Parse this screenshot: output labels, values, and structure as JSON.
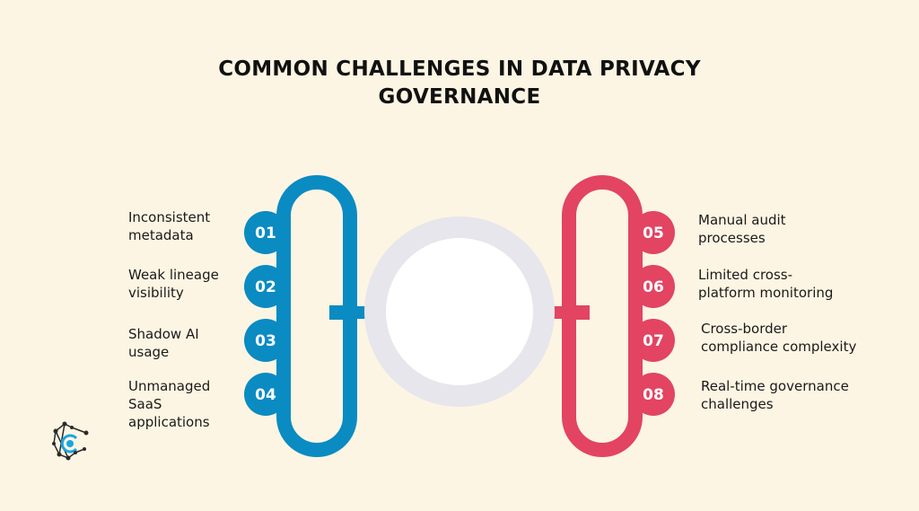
{
  "title_line1": "COMMON CHALLENGES IN DATA PRIVACY",
  "title_line2": "GOVERNANCE",
  "colors": {
    "background": "#fdf5e3",
    "left_accent": "#0a8bc2",
    "right_accent": "#e24462",
    "center_ring": "#e6e6ec",
    "center_circle": "#ffffff"
  },
  "left_items": [
    {
      "number": "01",
      "text": "Inconsistent\nmetadata"
    },
    {
      "number": "02",
      "text": "Weak lineage\nvisibility"
    },
    {
      "number": "03",
      "text": "Shadow AI\nusage"
    },
    {
      "number": "04",
      "text": "Unmanaged\nSaaS\napplications"
    }
  ],
  "right_items": [
    {
      "number": "05",
      "text": "Manual audit\nprocesses"
    },
    {
      "number": "06",
      "text": "Limited cross-\nplatform monitoring"
    },
    {
      "number": "07",
      "text": "Cross-border\ncompliance complexity"
    },
    {
      "number": "08",
      "text": "Real-time governance\nchallenges"
    }
  ],
  "logo_icon": "network-c-logo-icon"
}
